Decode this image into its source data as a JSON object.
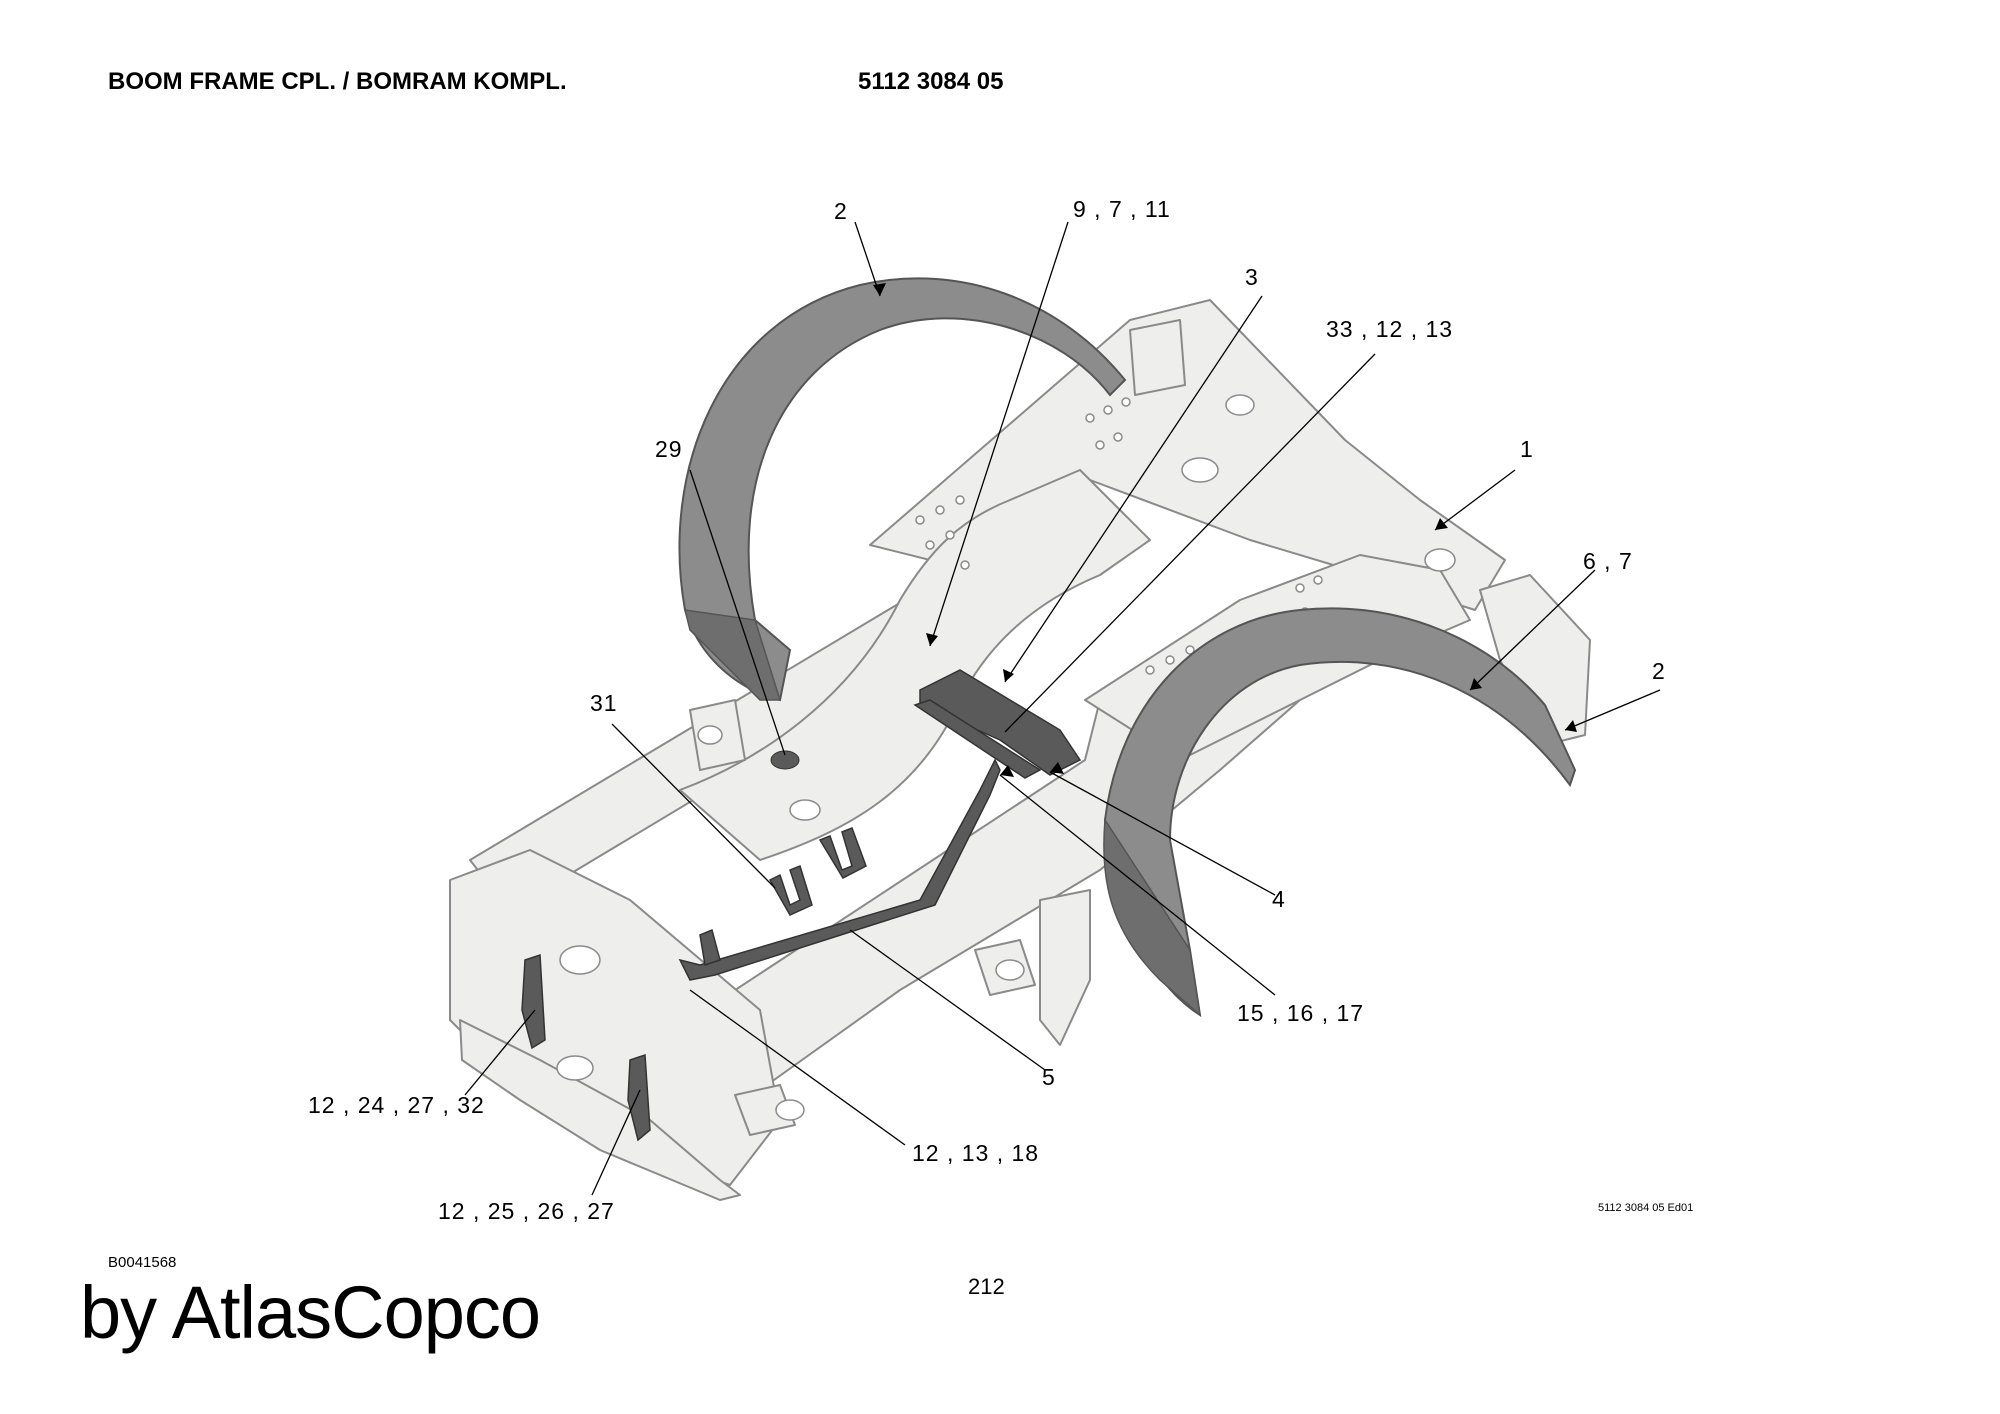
{
  "header": {
    "title": "BOOM FRAME CPL. / BOMRAM KOMPL.",
    "part_number": "5112 3084 05"
  },
  "callouts": {
    "c_2_top": "2",
    "c_9_7_11": "9 , 7 , 11",
    "c_3": "3",
    "c_33_12_13": "33 , 12 , 13",
    "c_1": "1",
    "c_29": "29",
    "c_6_7": "6 , 7",
    "c_2_right": "2",
    "c_31": "31",
    "c_4": "4",
    "c_15_16_17": "15 , 16 , 17",
    "c_5": "5",
    "c_12_24_27_32": "12 , 24 ,  27 ,  32",
    "c_12_13_18": "12 , 13 , 18",
    "c_12_25_26_27": "12 , 25 , 26 , 27"
  },
  "footer": {
    "drawing_code": "5112 3084 05 Ed01",
    "reference_code": "B0041568",
    "page_number": "212",
    "brand": "by AtlasCopco"
  },
  "colors": {
    "frame_fill": "#eeeeec",
    "frame_stroke": "#8a8a8a",
    "fender_fill": "#8c8c8c",
    "fender_dark": "#6e6e6e",
    "part_dark": "#5a5a5a",
    "leader": "#000000"
  }
}
